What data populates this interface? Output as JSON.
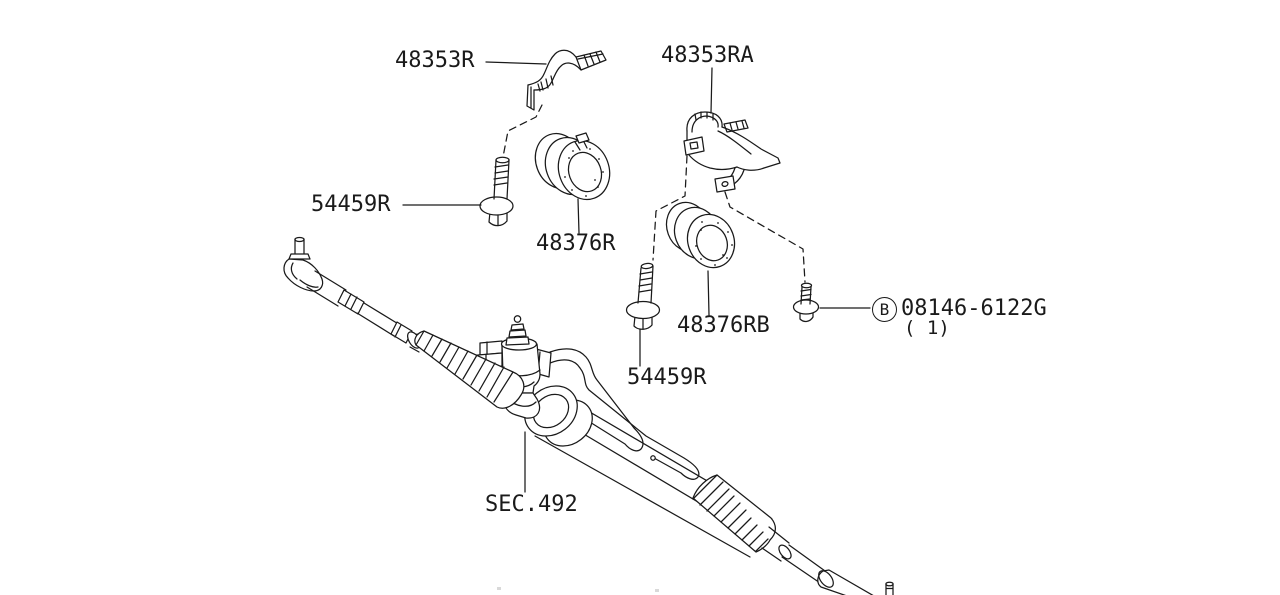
{
  "page": {
    "background": "#ffffff",
    "line_color": "#1a1a1a",
    "description": "Steering gear mounting exploded parts diagram"
  },
  "diagram": {
    "section_ref": "SEC.492",
    "labels": {
      "bracket_front": "48353R",
      "bracket_rear": "48353RA",
      "bolt_front": "54459R",
      "insulator_front": "48376R",
      "insulator_rear": "48376RB",
      "bolt_rear": "54459R",
      "bolt_b_marker": "B",
      "bolt_b_number": "08146-6122G",
      "bolt_b_qty": "( 1)"
    }
  }
}
